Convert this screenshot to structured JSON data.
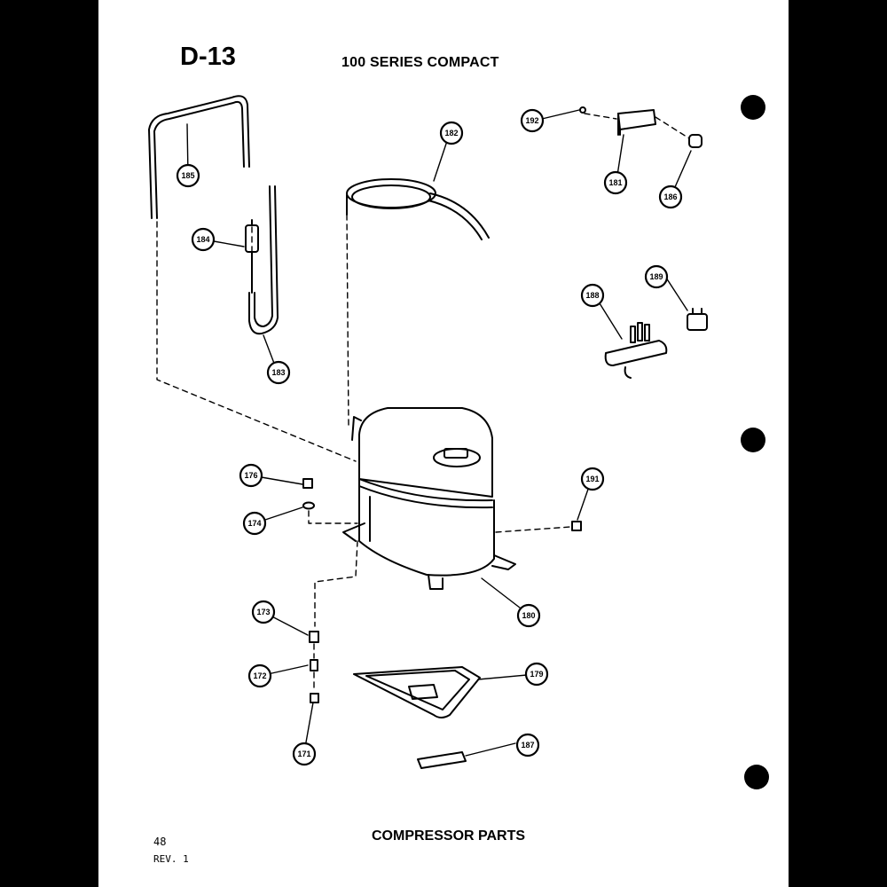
{
  "header": {
    "section_code": "D-13",
    "series_title": "100 SERIES COMPACT"
  },
  "footer": {
    "caption": "COMPRESSOR PARTS",
    "page_number": "48",
    "revision": "REV. 1"
  },
  "callouts": [
    "171",
    "172",
    "173",
    "174",
    "176",
    "179",
    "180",
    "181",
    "182",
    "183",
    "184",
    "185",
    "186",
    "187",
    "188",
    "189",
    "191",
    "192"
  ]
}
